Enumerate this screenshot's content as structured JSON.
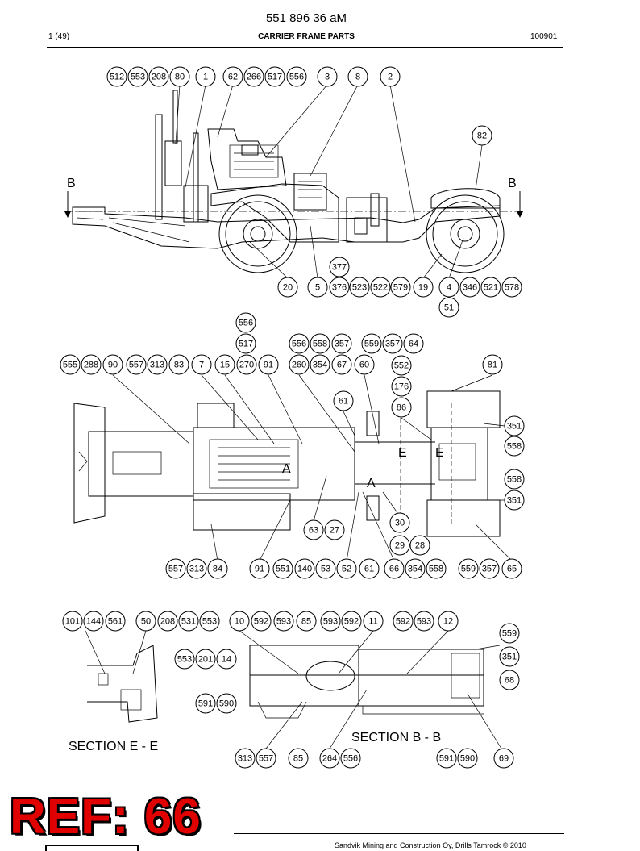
{
  "header": {
    "doc_number": "551 896 36 aM",
    "page_indicator": "1 (49)",
    "title": "CARRIER FRAME PARTS",
    "code": "100901"
  },
  "view_labels": {
    "b_left": "B",
    "b_right": "B",
    "a_1": "A",
    "a_2": "A",
    "e_1": "E",
    "e_2": "E"
  },
  "sections": {
    "section_ee": "SECTION  E - E",
    "section_bb": "SECTION  B - B"
  },
  "callouts": {
    "side_top": [
      "512",
      "553",
      "208",
      "80",
      "1",
      "62",
      "266",
      "517",
      "556",
      "3",
      "8",
      "2"
    ],
    "side_right": [
      "82"
    ],
    "side_377": [
      "377"
    ],
    "side_bottom": [
      "20",
      "5",
      "376",
      "523",
      "522",
      "579",
      "19",
      "4",
      "346",
      "521",
      "578"
    ],
    "side_51": [
      "51"
    ],
    "plan_556": [
      "556"
    ],
    "plan_517": [
      "517"
    ],
    "plan_row2": [
      "556",
      "558",
      "357",
      "559",
      "357",
      "64"
    ],
    "plan_row3_left": [
      "555",
      "288",
      "90",
      "557",
      "313",
      "83",
      "7",
      "15",
      "270",
      "91",
      "260",
      "354",
      "67",
      "60"
    ],
    "plan_552": [
      "552"
    ],
    "plan_81": [
      "81"
    ],
    "plan_176": [
      "176"
    ],
    "plan_61": [
      "61"
    ],
    "plan_86": [
      "86"
    ],
    "plan_right": [
      "351",
      "558",
      "558",
      "351"
    ],
    "plan_30": [
      "30"
    ],
    "plan_63_27": [
      "63",
      "27"
    ],
    "plan_29_28": [
      "29",
      "28"
    ],
    "plan_bottom": [
      "557",
      "313",
      "84",
      "91",
      "551",
      "140",
      "53",
      "52",
      "61",
      "66",
      "354",
      "558",
      "559",
      "357",
      "65"
    ],
    "sec_top_left": [
      "101",
      "144",
      "561",
      "50",
      "208",
      "531",
      "553"
    ],
    "sec_top_mid": [
      "10",
      "592",
      "593",
      "85",
      "593",
      "592",
      "11",
      "592",
      "593",
      "12"
    ],
    "sec_553_201_14": [
      "553",
      "201",
      "14"
    ],
    "sec_591_590": [
      "591",
      "590"
    ],
    "sec_right": [
      "559",
      "351",
      "68"
    ],
    "sec_bottom": [
      "313",
      "557",
      "85",
      "264",
      "556",
      "591",
      "590",
      "69"
    ]
  },
  "stamp": {
    "text": "REF: 66",
    "color": "#e00000"
  },
  "footer": {
    "copyright": "Sandvik Mining and Construction Oy, Drills Tamrock © 2010"
  }
}
